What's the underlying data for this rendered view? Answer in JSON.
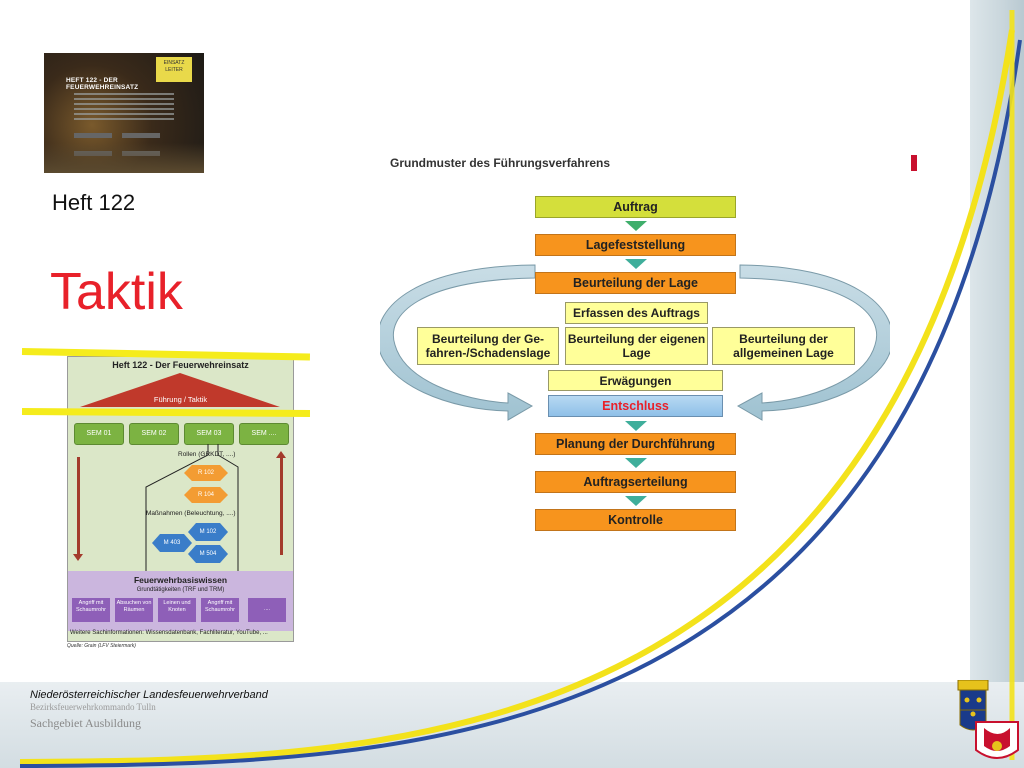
{
  "slide": {
    "heft_label": "Heft 122",
    "title": "Taktik"
  },
  "booklet_screenshot": {
    "badge_text": "EINSATZ LEITER",
    "title": "HEFT 122 - DER FEUERWEHREINSATZ"
  },
  "heft_diagram": {
    "title": "Heft 122 - Der Feuerwehreinsatz",
    "triangle_label": "Führung / Taktik",
    "sem_boxes": [
      "SEM 01",
      "SEM 02",
      "SEM 03",
      "SEM ...."
    ],
    "rollen_label": "Rollen (GRKDT, ....)",
    "rollen": [
      "R 102",
      "R 104"
    ],
    "massnahmen_label": "Maßnahmen (Beleuchtung, ....)",
    "massnahmen": [
      "M 102",
      "M 403",
      "M 504"
    ],
    "basis_title": "Feuerwehrbasiswissen",
    "basis_subtitle": "Grundtätigkeiten (TRF und TRM)",
    "basis_items": [
      "Angriff mit Schaumrohr",
      "Absuchen von Räumen",
      "Leinen und Knoten",
      "Angriff mit Schaumrohr",
      "...."
    ],
    "more_info": "Weitere Sachinformationen: Wissensdatenbank, Fachliteratur, YouTube, ...",
    "source": "Quelle: Grain (LFV Steiermark)"
  },
  "flowchart": {
    "title": "Grundmuster des Führungsverfahrens",
    "auftrag": "Auftrag",
    "lagefeststellung": "Lagefeststellung",
    "beurteilung_lage": "Beurteilung der Lage",
    "erfassen": "Erfassen des Auftrags",
    "beurteilung_gefahren": "Beurteilung der Ge-fahren-/Schadenslage",
    "beurteilung_eigen": "Beurteilung der eigenen Lage",
    "beurteilung_allg": "Beurteilung der allgemeinen Lage",
    "erwaegungen": "Erwägungen",
    "entschluss": "Entschluss",
    "planung": "Planung der Durchführung",
    "auftragserteilung": "Auftragserteilung",
    "kontrolle": "Kontrolle"
  },
  "footer": {
    "organization": "Niederösterreichischer Landesfeuerwehrverband",
    "command": "Bezirksfeuerwehrkommando Tulln",
    "area": "Sachgebiet Ausbildung"
  },
  "colors": {
    "title_red": "#e8212a",
    "highlight_yellow": "#f5ec1c",
    "flow_orange": "#f7941d"
  }
}
